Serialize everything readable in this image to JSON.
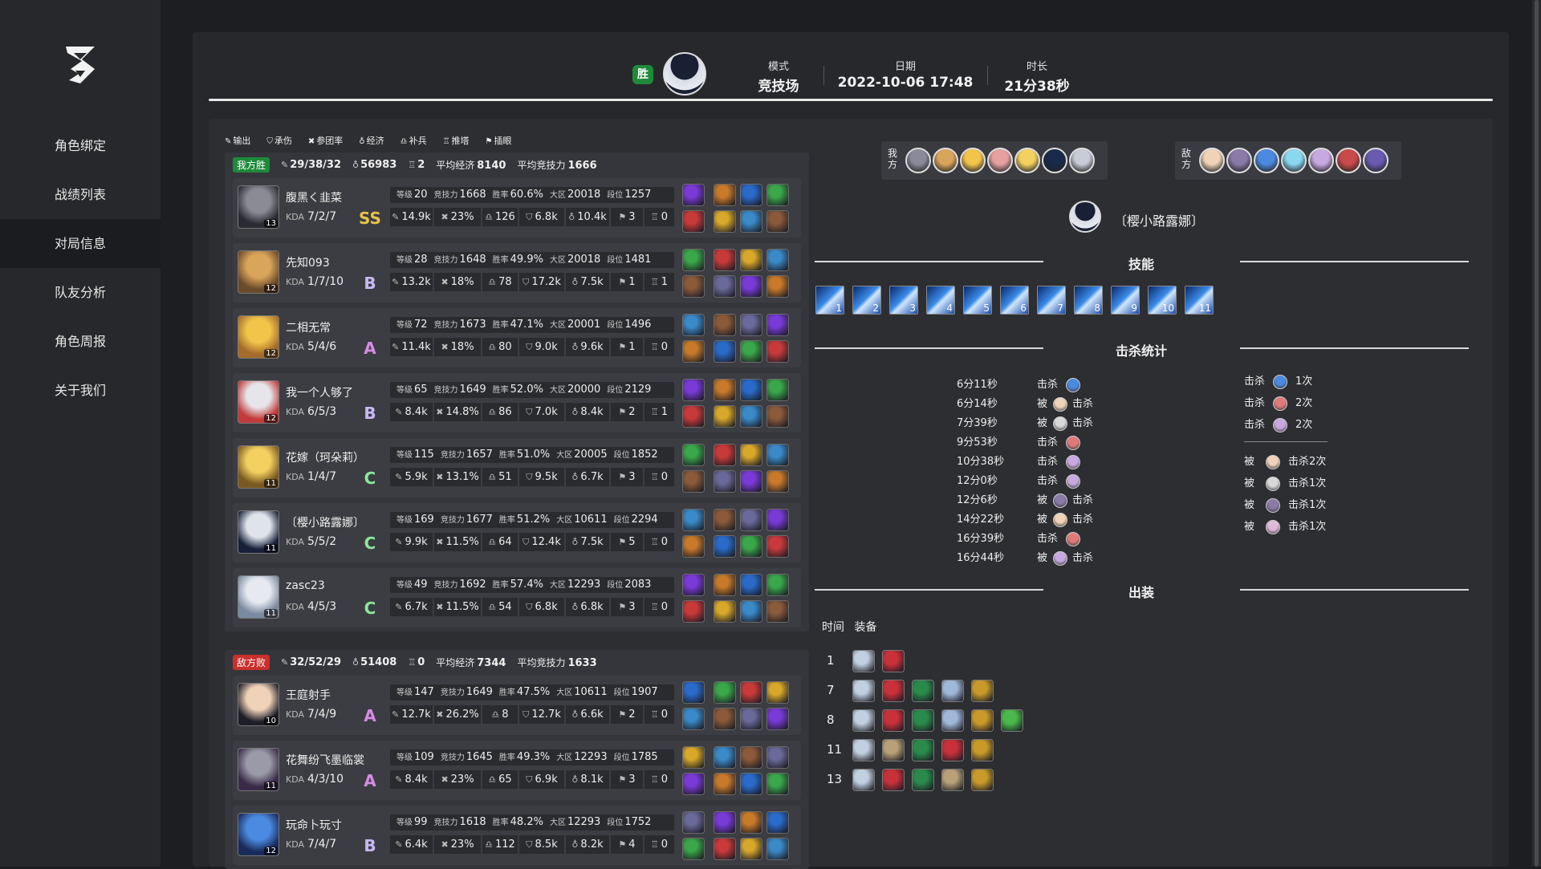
{
  "sidebar": {
    "logo_icon": "three-logo-icon",
    "items": [
      {
        "label": "角色绑定",
        "active": false
      },
      {
        "label": "战绩列表",
        "active": false
      },
      {
        "label": "对局信息",
        "active": true
      },
      {
        "label": "队友分析",
        "active": false
      },
      {
        "label": "角色周报",
        "active": false
      },
      {
        "label": "关于我们",
        "active": false
      }
    ]
  },
  "header": {
    "result": "胜",
    "mode_label": "模式",
    "mode": "竞技场",
    "date_label": "日期",
    "date": "2022-10-06 17:48",
    "duration_label": "时长",
    "duration": "21分38秒"
  },
  "legend": [
    "输出",
    "承伤",
    "参团率",
    "经济",
    "补兵",
    "推塔",
    "插眼"
  ],
  "teams": [
    {
      "tag": "我方胜",
      "tag_color": "#1e8a3a",
      "kda": "29/38/32",
      "gold": "56983",
      "towers": "2",
      "avg_eco_label": "平均经济",
      "avg_eco": "8140",
      "avg_power_label": "平均竞技力",
      "avg_power": "1666",
      "players": [
        {
          "name": "腹黑く韭菜",
          "level": "13",
          "kda": "7/2/7",
          "grade": "SS",
          "grade_color": "#e9c24a",
          "lv": "20",
          "power": "1668",
          "winrate": "60.6%",
          "area": "20018",
          "seg": "1257",
          "dmg": "14.9k",
          "tank": "23%",
          "part": "126",
          "eco": "6.8k",
          "cs": "10.4k",
          "tower": "3",
          "ward": "0",
          "ava": [
            "#8b8b95",
            "#2a2a33"
          ]
        },
        {
          "name": "先知093",
          "level": "12",
          "kda": "1/7/10",
          "grade": "B",
          "grade_color": "#c8b8f5",
          "lv": "28",
          "power": "1648",
          "winrate": "49.9%",
          "area": "20018",
          "seg": "1481",
          "dmg": "13.2k",
          "tank": "18%",
          "part": "78",
          "eco": "17.2k",
          "cs": "7.5k",
          "tower": "1",
          "ward": "1",
          "ava": [
            "#d9a55a",
            "#6b4a2a"
          ]
        },
        {
          "name": "二相无常",
          "level": "12",
          "kda": "5/4/6",
          "grade": "A",
          "grade_color": "#d88ae8",
          "lv": "72",
          "power": "1673",
          "winrate": "47.1%",
          "area": "20001",
          "seg": "1496",
          "dmg": "11.4k",
          "tank": "18%",
          "part": "80",
          "eco": "9.0k",
          "cs": "9.6k",
          "tower": "1",
          "ward": "0",
          "ava": [
            "#f2c44a",
            "#a46b2a"
          ]
        },
        {
          "name": "我一个人够了",
          "level": "12",
          "kda": "6/5/3",
          "grade": "B",
          "grade_color": "#c8b8f5",
          "lv": "65",
          "power": "1649",
          "winrate": "52.0%",
          "area": "20000",
          "seg": "2129",
          "dmg": "8.4k",
          "tank": "14.8%",
          "part": "86",
          "eco": "7.0k",
          "cs": "8.4k",
          "tower": "2",
          "ward": "1",
          "ava": [
            "#e6e6ea",
            "#c23a3a"
          ]
        },
        {
          "name": "花嫁（珂朵莉）",
          "level": "11",
          "kda": "1/4/7",
          "grade": "C",
          "grade_color": "#8ae89a",
          "lv": "115",
          "power": "1657",
          "winrate": "51.0%",
          "area": "20005",
          "seg": "1852",
          "dmg": "5.9k",
          "tank": "13.1%",
          "part": "51",
          "eco": "9.5k",
          "cs": "6.7k",
          "tower": "3",
          "ward": "0",
          "ava": [
            "#f4d060",
            "#7a5a20"
          ]
        },
        {
          "name": "〔樱小路露娜〕",
          "level": "11",
          "kda": "5/5/2",
          "grade": "C",
          "grade_color": "#8ae89a",
          "lv": "169",
          "power": "1677",
          "winrate": "51.2%",
          "area": "10611",
          "seg": "2294",
          "dmg": "9.9k",
          "tank": "11.5%",
          "part": "64",
          "eco": "12.4k",
          "cs": "7.5k",
          "tower": "5",
          "ward": "0",
          "ava": [
            "#dfe3ea",
            "#18203a"
          ]
        },
        {
          "name": "zasc23",
          "level": "11",
          "kda": "4/5/3",
          "grade": "C",
          "grade_color": "#8ae89a",
          "lv": "49",
          "power": "1692",
          "winrate": "57.4%",
          "area": "12293",
          "seg": "2083",
          "dmg": "6.7k",
          "tank": "11.5%",
          "part": "54",
          "eco": "6.8k",
          "cs": "6.8k",
          "tower": "3",
          "ward": "0",
          "ava": [
            "#e6eaf0",
            "#7a8aa0"
          ]
        }
      ]
    },
    {
      "tag": "敌方败",
      "tag_color": "#c9302c",
      "kda": "32/52/29",
      "gold": "51408",
      "towers": "0",
      "avg_eco_label": "平均经济",
      "avg_eco": "7344",
      "avg_power_label": "平均竞技力",
      "avg_power": "1633",
      "players": [
        {
          "name": "王庭射手",
          "level": "10",
          "kda": "7/4/9",
          "grade": "A",
          "grade_color": "#d88ae8",
          "lv": "147",
          "power": "1649",
          "winrate": "47.5%",
          "area": "10611",
          "seg": "1907",
          "dmg": "12.7k",
          "tank": "26.2%",
          "part": "8",
          "eco": "12.7k",
          "cs": "6.6k",
          "tower": "2",
          "ward": "0",
          "ava": [
            "#f0d2b8",
            "#1e1e28"
          ]
        },
        {
          "name": "花舞纷飞墨临裳",
          "level": "11",
          "kda": "4/3/10",
          "grade": "A",
          "grade_color": "#d88ae8",
          "lv": "109",
          "power": "1645",
          "winrate": "49.3%",
          "area": "12293",
          "seg": "1785",
          "dmg": "8.4k",
          "tank": "23%",
          "part": "65",
          "eco": "6.9k",
          "cs": "8.1k",
          "tower": "3",
          "ward": "0",
          "ava": [
            "#9a9aa8",
            "#3a2a4a"
          ]
        },
        {
          "name": "玩命卜玩寸",
          "level": "12",
          "kda": "7/4/7",
          "grade": "B",
          "grade_color": "#c8b8f5",
          "lv": "99",
          "power": "1618",
          "winrate": "48.2%",
          "area": "12293",
          "seg": "1752",
          "dmg": "6.4k",
          "tank": "23%",
          "part": "112",
          "eco": "8.5k",
          "cs": "8.2k",
          "tower": "4",
          "ward": "0",
          "ava": [
            "#4a8ae0",
            "#1a2a5a"
          ]
        }
      ]
    }
  ],
  "right": {
    "ally_label": "我方",
    "enemy_label": "敌方",
    "ally_colors": [
      "#8a8a9a",
      "#d9a55a",
      "#f2c44a",
      "#e6a0a0",
      "#f4d060",
      "#1a2a4a",
      "#c8ccd8"
    ],
    "enemy_colors": [
      "#f0d2b8",
      "#8a7aa8",
      "#4a8ae0",
      "#8ad8f0",
      "#c8a8e0",
      "#c84a4a",
      "#6a5ab0"
    ],
    "selected_name": "〔樱小路露娜〕",
    "skills_title": "技能",
    "skills": [
      "1",
      "2",
      "3",
      "4",
      "5",
      "6",
      "7",
      "8",
      "9",
      "10",
      "11"
    ],
    "kills_title": "击杀统计",
    "kills": [
      {
        "time": "6分11秒",
        "pre": "",
        "verb": "击杀",
        "post": "",
        "color": "#4a8ae0"
      },
      {
        "time": "6分14秒",
        "pre": "被",
        "verb": "",
        "post": "击杀",
        "color": "#f0d2b8"
      },
      {
        "time": "7分39秒",
        "pre": "被",
        "verb": "",
        "post": "击杀",
        "color": "#d8d8d8"
      },
      {
        "time": "9分53秒",
        "pre": "",
        "verb": "击杀",
        "post": "",
        "color": "#e07a7a"
      },
      {
        "time": "10分38秒",
        "pre": "",
        "verb": "击杀",
        "post": "",
        "color": "#c8a8e0"
      },
      {
        "time": "12分0秒",
        "pre": "",
        "verb": "击杀",
        "post": "",
        "color": "#c8a8e0"
      },
      {
        "time": "12分6秒",
        "pre": "被",
        "verb": "",
        "post": "击杀",
        "color": "#8a7aa8"
      },
      {
        "time": "14分22秒",
        "pre": "被",
        "verb": "",
        "post": "击杀",
        "color": "#f0d2b8"
      },
      {
        "time": "16分39秒",
        "pre": "",
        "verb": "击杀",
        "post": "",
        "color": "#e07a7a"
      },
      {
        "time": "16分44秒",
        "pre": "被",
        "verb": "",
        "post": "击杀",
        "color": "#c8a8e0"
      }
    ],
    "kill_summary": [
      {
        "pre": "击杀",
        "count": "1次",
        "color": "#4a8ae0"
      },
      {
        "pre": "击杀",
        "count": "2次",
        "color": "#e07a7a"
      },
      {
        "pre": "击杀",
        "count": "2次",
        "color": "#c8a8e0"
      }
    ],
    "death_summary": [
      {
        "pre": "被",
        "count": "击杀2次",
        "color": "#f0d2b8"
      },
      {
        "pre": "被",
        "count": "击杀1次",
        "color": "#d8d8d8"
      },
      {
        "pre": "被",
        "count": "击杀1次",
        "color": "#8a7aa8"
      },
      {
        "pre": "被",
        "count": "击杀1次",
        "color": "#e0b8d8"
      }
    ],
    "equip_title": "出装",
    "equip_time_label": "时间",
    "equip_item_label": "装备",
    "equip": [
      {
        "time": "1",
        "items": [
          "#c0d0e0",
          "#c8303a"
        ]
      },
      {
        "time": "7",
        "items": [
          "#c0d0e0",
          "#c8303a",
          "#2a8a4a",
          "#a0b8d8",
          "#c89a2a"
        ]
      },
      {
        "time": "8",
        "items": [
          "#c0d0e0",
          "#c8303a",
          "#2a8a4a",
          "#a0b8d8",
          "#c89a2a",
          "#4ab84a"
        ]
      },
      {
        "time": "11",
        "items": [
          "#c0d0e0",
          "#b8a078",
          "#2a8a4a",
          "#c8303a",
          "#c89a2a"
        ]
      },
      {
        "time": "13",
        "items": [
          "#c0d0e0",
          "#c8303a",
          "#2a8a4a",
          "#b8a078",
          "#c89a2a"
        ]
      }
    ]
  }
}
